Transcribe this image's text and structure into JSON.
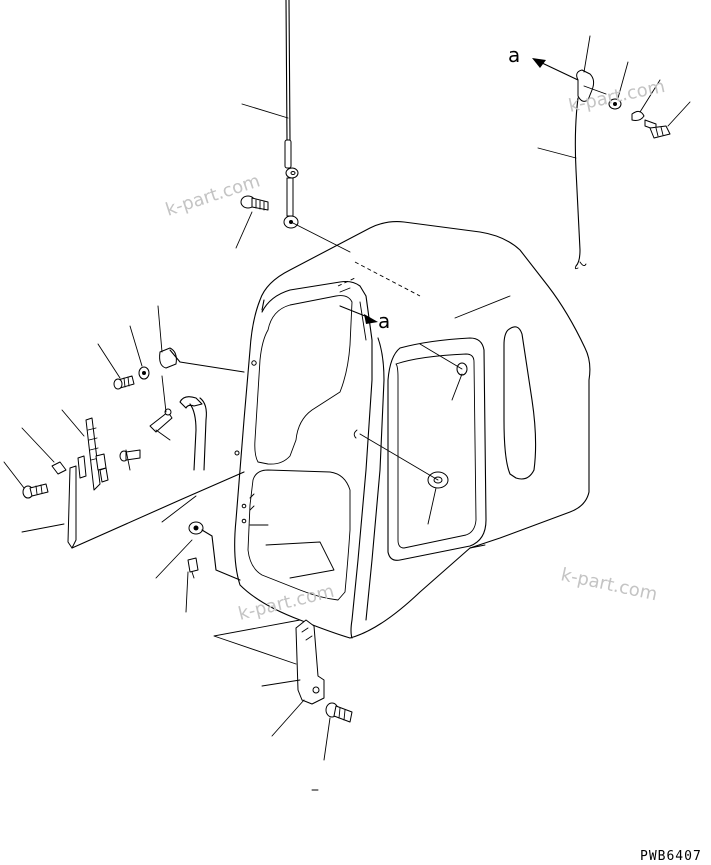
{
  "diagram": {
    "type": "exploded-parts-diagram",
    "view_marker": "a",
    "view_marker_detail": "a",
    "drawing_code": "PWB6407",
    "watermarks": [
      "k-part.com",
      "k-part.com",
      "k-part.com",
      "k-part.com"
    ],
    "callout_count": 24,
    "line_color": "#000000",
    "watermark_color": "#c4c4c4",
    "background_color": "#ffffff"
  }
}
